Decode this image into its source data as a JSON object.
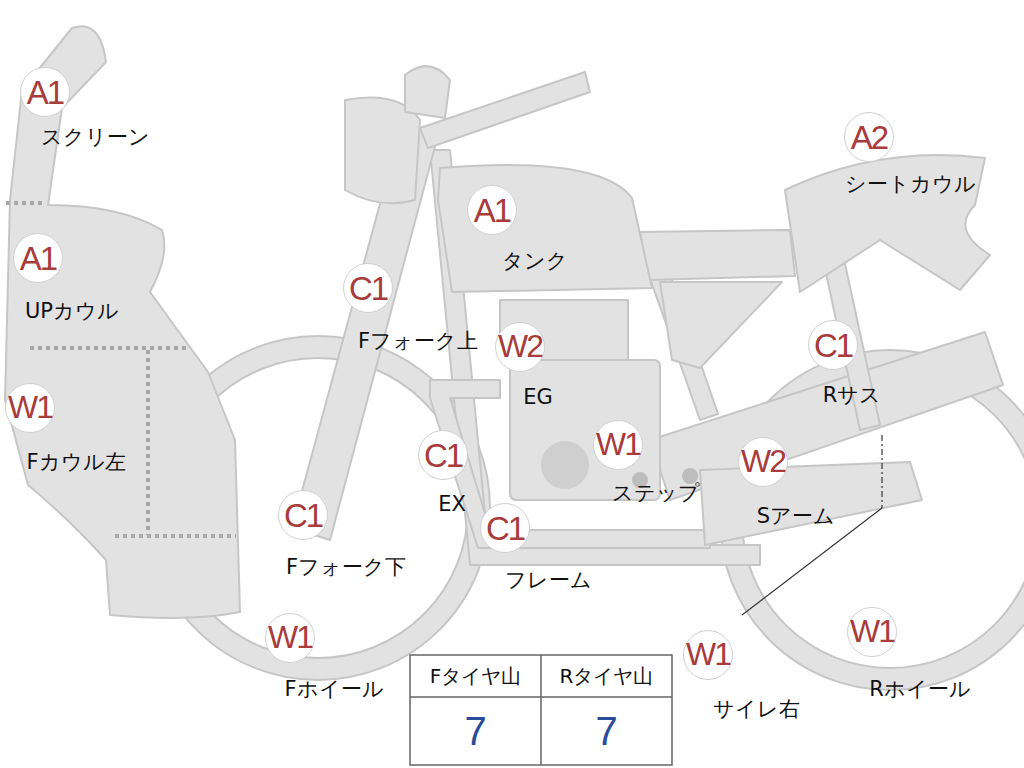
{
  "diagram": {
    "nodes": [
      {
        "text": [
          "A1",
          "スクリーン"
        ]
      },
      {
        "text": [
          "A2",
          "シートカウル"
        ]
      },
      {
        "text": [
          "A1",
          "タンク"
        ]
      },
      {
        "text": [
          "A1",
          "UPカウル"
        ]
      },
      {
        "text": [
          "C1",
          "Fフォーク上"
        ]
      },
      {
        "text": [
          "W2",
          "EG"
        ]
      },
      {
        "text": [
          "C1",
          "Rサス"
        ]
      },
      {
        "text": [
          "W1",
          "Fカウル左"
        ]
      },
      {
        "text": [
          "C1",
          "EX"
        ]
      },
      {
        "text": [
          "W1",
          "ステップ"
        ]
      },
      {
        "text": [
          "W2",
          "Sアーム"
        ]
      },
      {
        "text": [
          "C1",
          "Fフォーク下"
        ]
      },
      {
        "text": [
          "C1",
          "フレーム"
        ]
      },
      {
        "text": [
          "W1",
          "Fホイール"
        ]
      },
      {
        "text": [
          "W1",
          "サイレ右"
        ]
      },
      {
        "text": [
          "W1",
          "Rホイール"
        ]
      }
    ],
    "labels": [
      "Fタイヤ山",
      "Rタイヤ山",
      "7",
      "7"
    ]
  }
}
